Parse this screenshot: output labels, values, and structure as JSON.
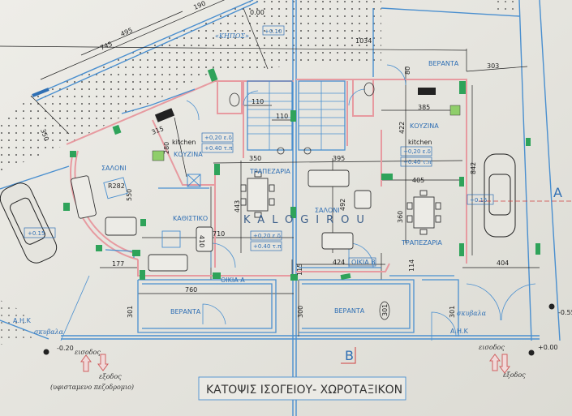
{
  "title": "ΚΑΤΟΨΙΣ ΙΣΟΓΕΙΟΥ- ΧΩΡΟΤΑΞΙΚΟΝ",
  "watermark": "KALOGIROU",
  "colors": {
    "paper": "#e9e8e2",
    "blue_line": "#4a8fcf",
    "pink_wall": "#e79aa0",
    "column": "#2fa35a",
    "text_blue": "#2f6fb4"
  },
  "site": {
    "garden": "«ΚΗΠΟΣ»",
    "level_top": "0.00",
    "level_top_box": "+0.10",
    "dims": {
      "d190": "190",
      "d495": "495",
      "d745": "745",
      "d350": "350",
      "d1034": "1034",
      "d303": "303",
      "d80": "80",
      "d842": "842",
      "d404": "404"
    },
    "section_a": "A",
    "section_b": "B",
    "level_left": "-0.20",
    "level_right": "+0.00",
    "level_far_right": "-0.55",
    "entrance": "εισοδος",
    "exit": "εξοδος",
    "pavement_note": "(υφισταμενο πεζοδρομιο)",
    "parking_left_level": "+0.15",
    "parking_right_level": "+0.15"
  },
  "house_a": {
    "label": "ΟΙΚΙΑ Α",
    "kitchen_gr": "ΚΟΥΖΙΝΑ",
    "kitchen_en": "kitchen",
    "salon": "ΣΑΛΟΝΙ",
    "sitting": "ΚΑΘΙΣΤΙΚΟ",
    "dining": "ΤΡΑΠΕΖΑΡΙΑ",
    "veranda": "ΒΕΡΑΝΤΑ",
    "level_floor": "+0,20 ε.δ",
    "level_ceiling": "+0.40 τ.π",
    "level_floor2": "+0,20 ε.δ",
    "level_ceiling2": "+0.40 τ.π",
    "radius": "R282",
    "waste": "σκυβαλα",
    "ahk": "Α.Η.Κ",
    "dims": {
      "d315": "315",
      "d280": "280",
      "d110a": "110",
      "d110b": "110",
      "d350": "350",
      "d443": "443",
      "d550": "550",
      "d710": "710",
      "d410": "410",
      "d177": "177",
      "d760": "760",
      "d301": "301"
    }
  },
  "house_b": {
    "label": "ΟΙΚΙΑ Β",
    "kitchen_gr": "ΚΟΥΖΙΝΑ",
    "kitchen_en": "kitchen",
    "salon": "ΣΑΛΟΝΙ",
    "dining": "ΤΡΑΠΕΖΑΡΙΑ",
    "veranda_top": "ΒΕΡΑΝΤΑ",
    "veranda": "ΒΕΡΑΝΤΑ",
    "level_floor": "+0,20 ε.δ",
    "level_ceiling": "+0.40 τ.π",
    "waste": "σκυβαλα",
    "ahk": "Α.Η.Κ",
    "dims": {
      "d385": "385",
      "d422": "422",
      "d395": "395",
      "d405": "405",
      "d492": "492",
      "d360": "360",
      "d424": "424",
      "d114": "114",
      "d115": "115",
      "d300": "300",
      "d301a": "301",
      "d301b": "301"
    }
  }
}
